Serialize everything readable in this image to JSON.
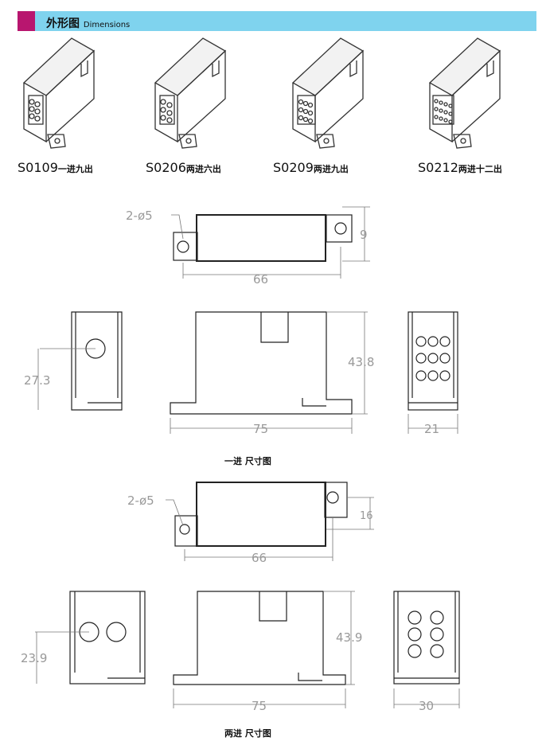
{
  "header": {
    "title": "外形图",
    "subtitle": "Dimensions",
    "accent": "#b8166f",
    "bar_color": "#7fd3ee"
  },
  "products": [
    {
      "model": "S0109",
      "desc": "一进九出"
    },
    {
      "model": "S0206",
      "desc": "两进六出"
    },
    {
      "model": "S0209",
      "desc": "两进九出"
    },
    {
      "model": "S0212",
      "desc": "两进十二出"
    }
  ],
  "drawing1": {
    "hole": "2-ø5",
    "width": "66",
    "thick": "9",
    "side_height": "27.3",
    "height": "43.8",
    "length": "75",
    "depth": "21",
    "caption": "一进 尺寸图"
  },
  "drawing2": {
    "hole": "2-ø5",
    "width": "66",
    "thick": "16",
    "side_height": "23.9",
    "height": "43.9",
    "length": "75",
    "depth": "30",
    "caption": "两进 尺寸图"
  }
}
